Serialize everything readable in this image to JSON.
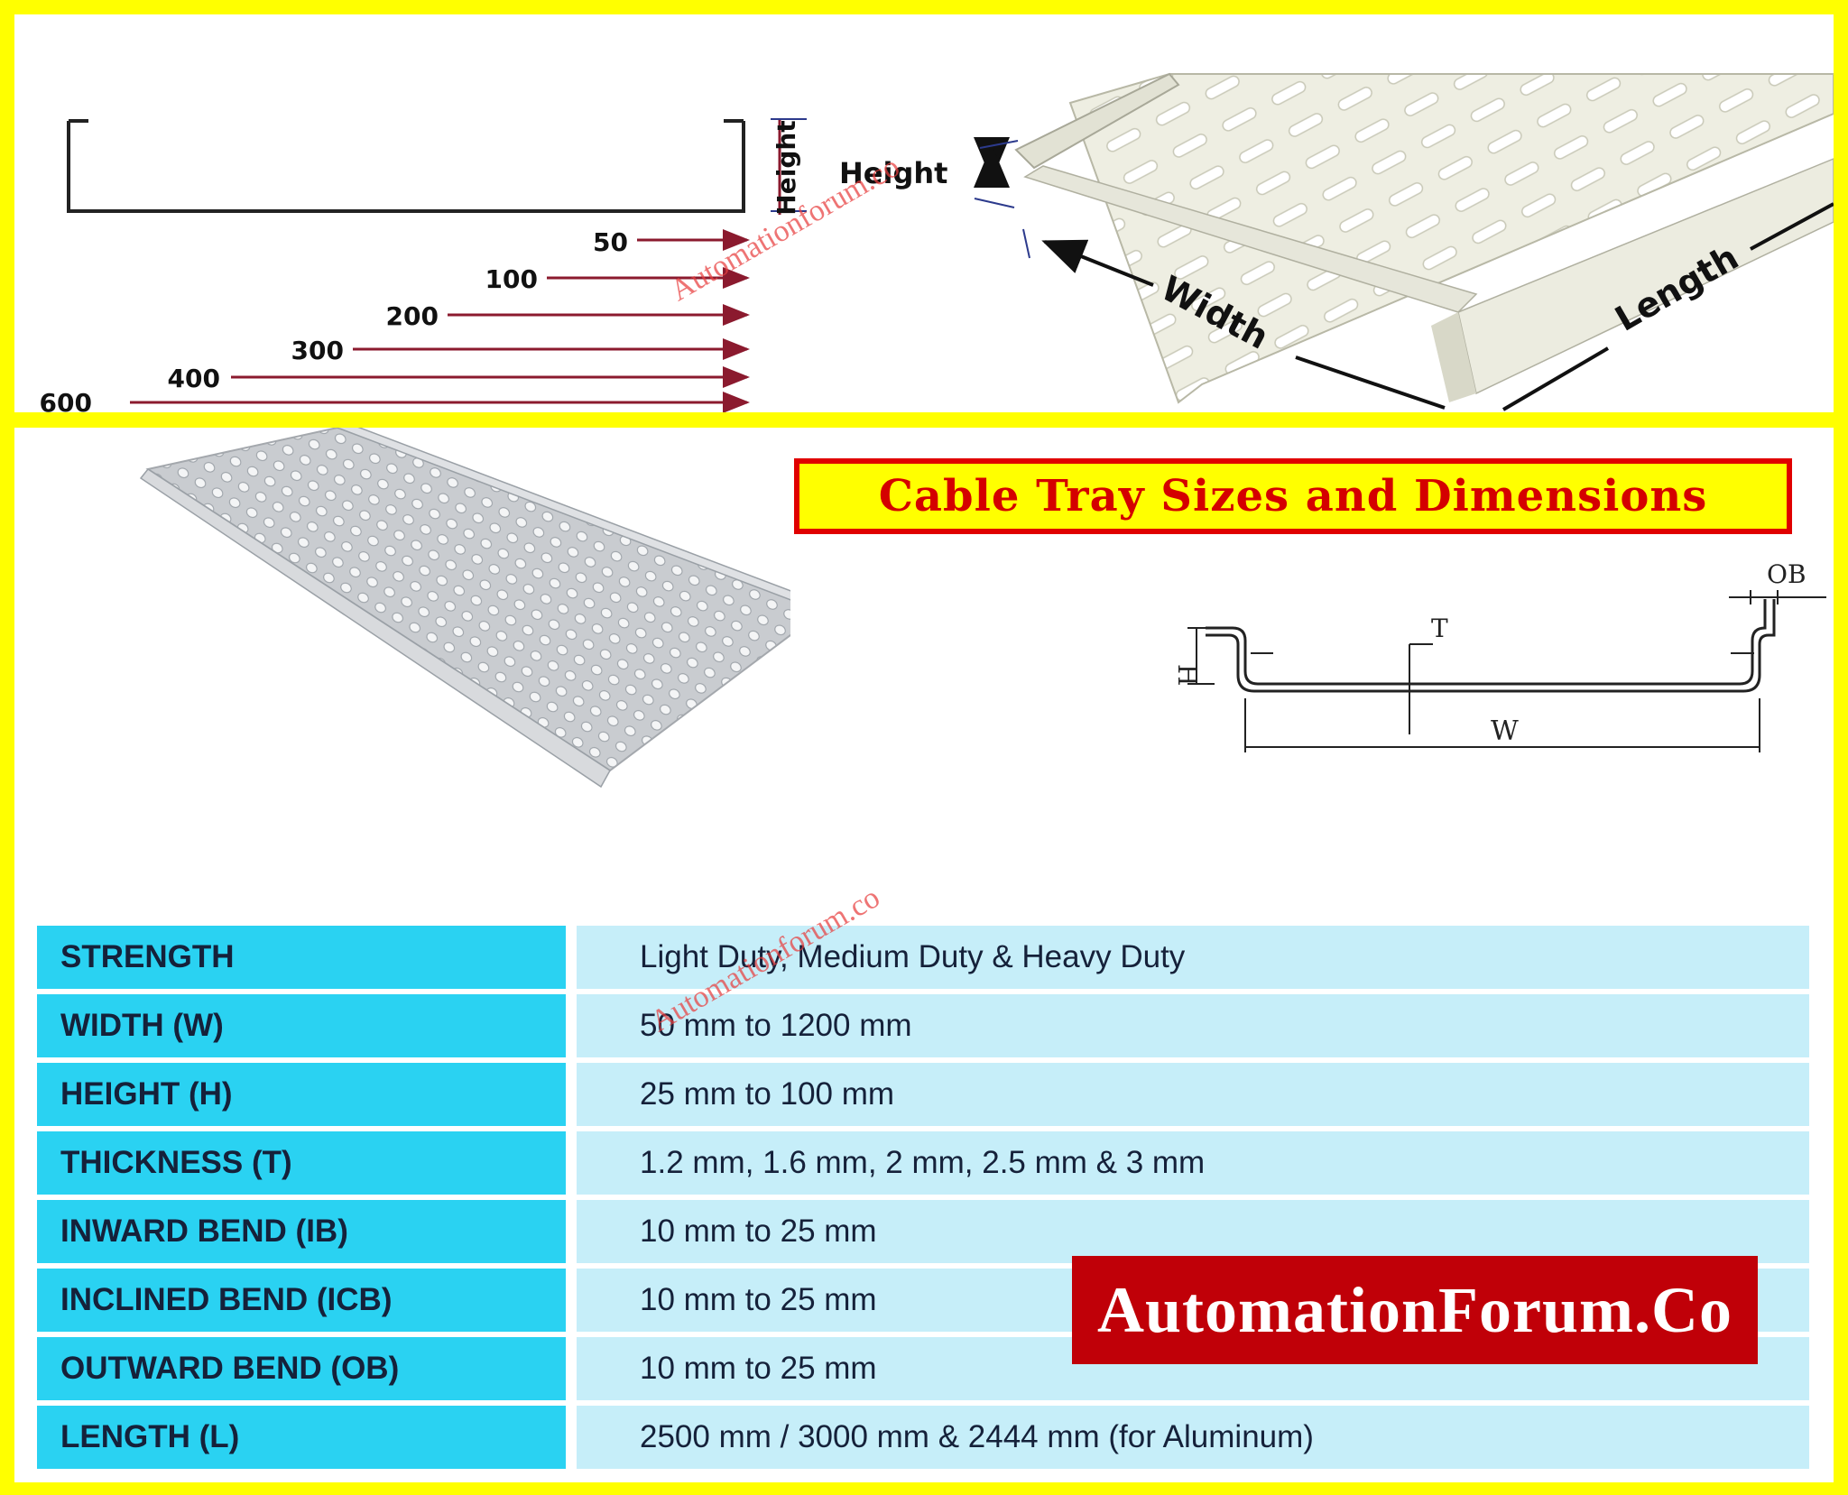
{
  "top_diagram": {
    "height_label": "Height",
    "widths": [
      "50",
      "100",
      "200",
      "300",
      "400",
      "600"
    ],
    "tray_labels": {
      "height": "Height",
      "width": "Width",
      "length": "Length"
    }
  },
  "watermark": "Automationforum.co",
  "title": "Cable Tray Sizes and Dimensions",
  "cross_section": {
    "ob": "OB",
    "t": "T",
    "h": "H",
    "w": "W"
  },
  "specs": [
    {
      "key": "STRENGTH",
      "value": "Light Duty, Medium Duty & Heavy Duty"
    },
    {
      "key": "WIDTH (W)",
      "value": "50 mm to 1200 mm"
    },
    {
      "key": "HEIGHT (H)",
      "value": "25 mm to 100 mm"
    },
    {
      "key": "THICKNESS (T)",
      "value": "1.2 mm, 1.6 mm, 2 mm, 2.5 mm & 3 mm"
    },
    {
      "key": "INWARD BEND (IB)",
      "value": "10 mm to 25 mm"
    },
    {
      "key": "INCLINED BEND (ICB)",
      "value": "10 mm to 25 mm"
    },
    {
      "key": "OUTWARD BEND (OB)",
      "value": "10 mm to 25 mm"
    },
    {
      "key": "LENGTH (L)",
      "value": "2500 mm / 3000 mm & 2444 mm (for Aluminum)"
    }
  ],
  "brand": "AutomationForum.Co",
  "colors": {
    "frame": "#ffff00",
    "title_border": "#e00000",
    "title_text": "#d40000",
    "key_cell": "#2ad2f2",
    "value_cell": "#c6eef9",
    "brand_bg": "#c00008",
    "dimension_line": "#8b1a2e"
  }
}
